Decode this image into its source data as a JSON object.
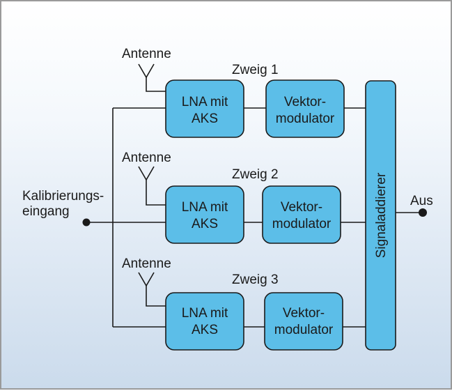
{
  "diagram": {
    "calibration_input": {
      "line1": "Kalibrierungs-",
      "line2": "eingang"
    },
    "output_label": "Aus",
    "combiner_label": "Signaladdierer",
    "branches": [
      {
        "title": "Zweig 1",
        "antenna": "Antenne",
        "lna": {
          "line1": "LNA mit",
          "line2": "AKS"
        },
        "modulator": {
          "line1": "Vektor-",
          "line2": "modulator"
        }
      },
      {
        "title": "Zweig 2",
        "antenna": "Antenne",
        "lna": {
          "line1": "LNA mit",
          "line2": "AKS"
        },
        "modulator": {
          "line1": "Vektor-",
          "line2": "modulator"
        }
      },
      {
        "title": "Zweig 3",
        "antenna": "Antenne",
        "lna": {
          "line1": "LNA mit",
          "line2": "AKS"
        },
        "modulator": {
          "line1": "Vektor-",
          "line2": "modulator"
        }
      }
    ],
    "colors": {
      "block_fill": "#5cbee8",
      "line": "#1a1a1a"
    }
  }
}
